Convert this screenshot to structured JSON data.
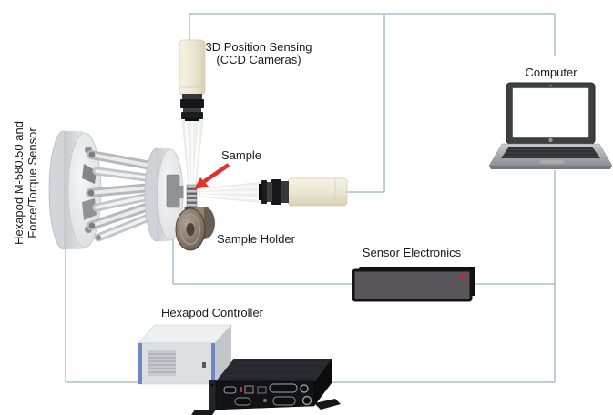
{
  "diagram": {
    "labels": {
      "hexapod": {
        "line1": "Hexapod M-580.50 and",
        "line2": "Force/Torque Sensor"
      },
      "position_sensing": {
        "line1": "3D Position Sensing",
        "line2": "(CCD Cameras)"
      },
      "sample": "Sample",
      "sample_holder": "Sample Holder",
      "sensor_electronics": "Sensor Electronics",
      "computer": "Computer",
      "hexapod_controller": "Hexapod Controller"
    },
    "colors": {
      "background": "#ffffff",
      "connector_line": "#a7bfca",
      "arrow_red": "#e2332a",
      "led_red": "#bb2a3c",
      "electronics_box": "#59555b",
      "camera_body": "#eee9d8",
      "laptop_screen": "#ffffff"
    }
  }
}
